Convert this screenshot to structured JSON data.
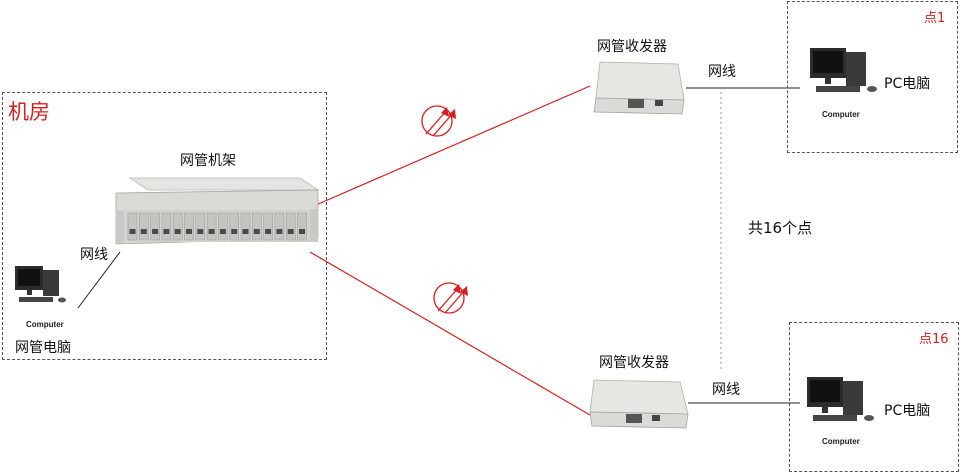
{
  "engine_room": {
    "title": "机房",
    "rack_label": "网管机架",
    "cable_label": "网线",
    "pc_label": "网管电脑",
    "computer_caption": "Computer"
  },
  "node_top": {
    "badge": "点1",
    "transceiver_label": "网管收发器",
    "cable_label": "网线",
    "pc_label": "PC电脑",
    "computer_caption": "Computer"
  },
  "node_bottom": {
    "badge": "点16",
    "transceiver_label": "网管收发器",
    "cable_label": "网线",
    "pc_label": "PC电脑",
    "computer_caption": "Computer"
  },
  "total_points": "共16个点",
  "colors": {
    "fiber": "#d42020",
    "badge": "#d42020",
    "dashed_border": "#555555"
  },
  "icons": [
    "fiber-link-icon",
    "computer-icon",
    "rack-chassis-icon",
    "media-converter-icon"
  ]
}
